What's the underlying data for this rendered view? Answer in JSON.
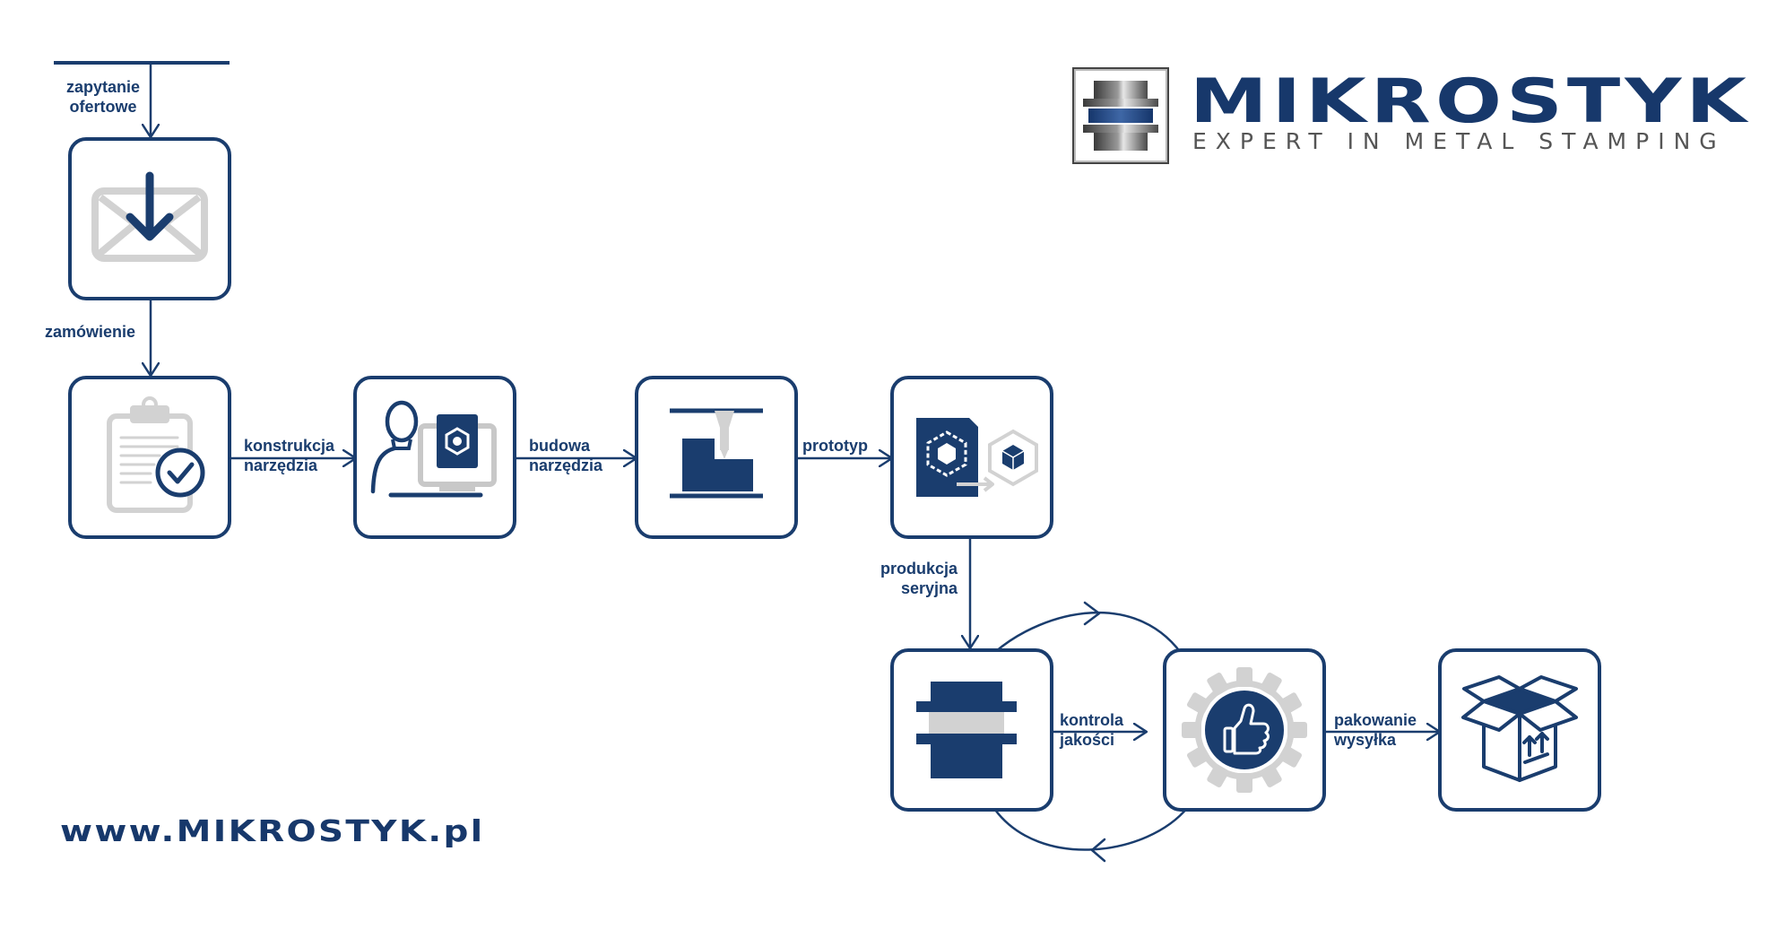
{
  "brand": {
    "name": "MIKROSTYK",
    "tagline": "EXPERT IN METAL STAMPING",
    "website": "www.MIKROSTYK.pl"
  },
  "colors": {
    "primary": "#1a3d6e",
    "light_gray": "#d2d2d2",
    "mid_gray": "#999999"
  },
  "labels": {
    "inquiry_line1": "zapytanie",
    "inquiry_line2": "ofertowe",
    "order": "zamówienie",
    "design_line1": "konstrukcja",
    "design_line2": "narzędzia",
    "build_line1": "budowa",
    "build_line2": "narzędzia",
    "prototype": "prototyp",
    "serial_line1": "produkcja",
    "serial_line2": "seryjna",
    "quality_line1": "kontrola",
    "quality_line2": "jakości",
    "packing_line1": "pakowanie",
    "packing_line2": "wysyłka"
  },
  "nodes": [
    {
      "id": "inquiry",
      "icon": "envelope-download-icon"
    },
    {
      "id": "order",
      "icon": "clipboard-check-icon"
    },
    {
      "id": "design",
      "icon": "designer-computer-icon"
    },
    {
      "id": "build",
      "icon": "cnc-milling-icon"
    },
    {
      "id": "prototype",
      "icon": "prototype-cube-icon"
    },
    {
      "id": "production",
      "icon": "stamping-press-icon"
    },
    {
      "id": "quality",
      "icon": "gear-thumbs-up-icon"
    },
    {
      "id": "shipping",
      "icon": "open-box-icon"
    }
  ]
}
